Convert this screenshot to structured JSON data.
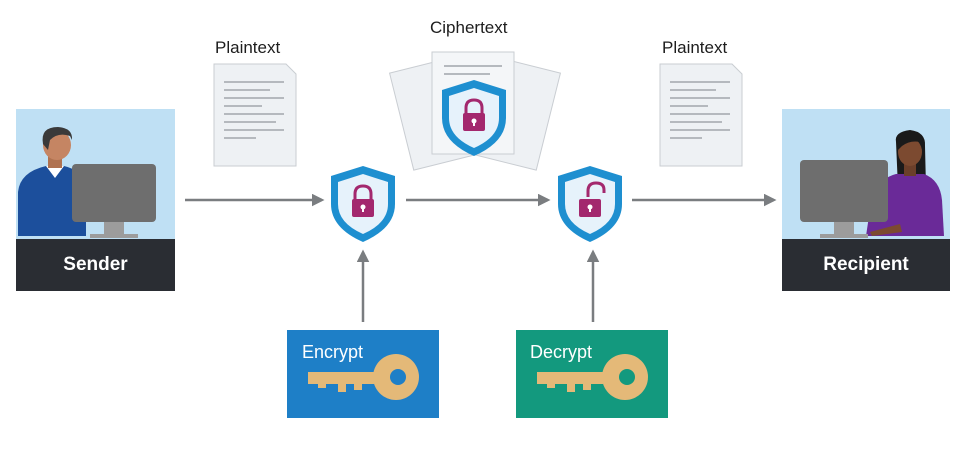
{
  "labels": {
    "plaintext_left": "Plaintext",
    "ciphertext": "Ciphertext",
    "plaintext_right": "Plaintext",
    "sender": "Sender",
    "recipient": "Recipient",
    "encrypt": "Encrypt",
    "decrypt": "Decrypt"
  },
  "icons": {
    "sender_figure": "person-at-computer-icon",
    "recipient_figure": "person-at-computer-icon",
    "doc": "document-icon",
    "locked": "shield-padlock-closed-icon",
    "unlocked": "shield-padlock-open-icon",
    "key": "key-icon"
  },
  "colors": {
    "panel_sky": "#bfe0f4",
    "panel_dark": "#2a2d33",
    "encrypt_box": "#1e7fc7",
    "decrypt_box": "#13997e",
    "shield_outer": "#1e8fd0",
    "shield_inner": "#e6f2fb",
    "padlock": "#a3286e",
    "key": "#e4b978",
    "arrow": "#7a7d80"
  }
}
